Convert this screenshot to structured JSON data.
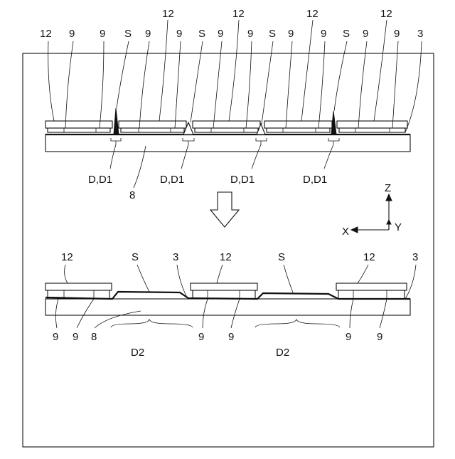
{
  "top_labels": {
    "row_upper": [
      "12",
      "12",
      "12",
      "12"
    ],
    "row_lower": [
      "12",
      "9",
      "9",
      "S",
      "9",
      "9",
      "S",
      "9",
      "9",
      "S",
      "9",
      "9",
      "S",
      "9",
      "9",
      "3"
    ],
    "bottom": [
      "D,D1",
      "8",
      "D,D1",
      "D,D1",
      "D,D1"
    ]
  },
  "arrow_label": "",
  "axes": {
    "z": "Z",
    "x": "X",
    "y": "Y"
  },
  "bottom_labels": {
    "upper": [
      "12",
      "S",
      "3",
      "12",
      "S",
      "12",
      "3"
    ],
    "lower": [
      "9",
      "9",
      "8",
      "9",
      "9",
      "9",
      "9"
    ],
    "d2": [
      "D2",
      "D2"
    ]
  }
}
